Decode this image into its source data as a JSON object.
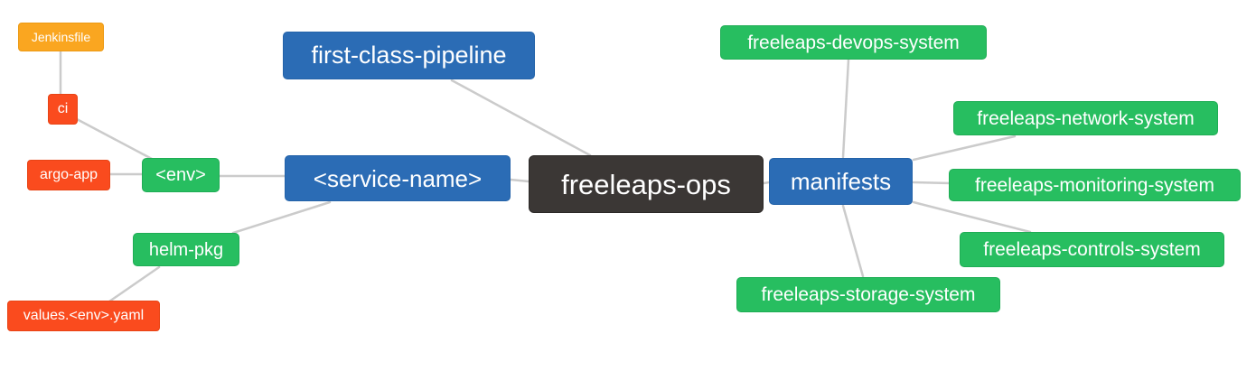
{
  "palette": {
    "background": "#FFFFFF",
    "root_dark": "#3B3735",
    "branch_blue": "#2B6CB5",
    "leaf_green": "#27BE60",
    "leaf_red_orange": "#FA4B1E",
    "leaf_amber": "#FAA620",
    "edge_gray": "#CBCBCB",
    "text": "#FFFFFF"
  },
  "mindmap": {
    "root": {
      "label": "freeleaps-ops"
    },
    "nodes": {
      "first_class_pipeline": {
        "label": "first-class-pipeline"
      },
      "service_name": {
        "label": "<service-name>"
      },
      "env": {
        "label": "<env>"
      },
      "ci": {
        "label": "ci"
      },
      "jenkinsfile": {
        "label": "Jenkinsfile"
      },
      "argo_app": {
        "label": "argo-app"
      },
      "helm_pkg": {
        "label": "helm-pkg"
      },
      "values_env_yaml": {
        "label": "values.<env>.yaml"
      },
      "manifests": {
        "label": "manifests"
      },
      "devops_system": {
        "label": "freeleaps-devops-system"
      },
      "network_system": {
        "label": "freeleaps-network-system"
      },
      "monitoring_system": {
        "label": "freeleaps-monitoring-system"
      },
      "controls_system": {
        "label": "freeleaps-controls-system"
      },
      "storage_system": {
        "label": "freeleaps-storage-system"
      }
    },
    "edges": [
      [
        "jenkinsfile",
        "ci"
      ],
      [
        "ci",
        "env"
      ],
      [
        "argo_app",
        "env"
      ],
      [
        "env",
        "service_name"
      ],
      [
        "helm_pkg",
        "service_name"
      ],
      [
        "values_env_yaml",
        "helm_pkg"
      ],
      [
        "first_class_pipeline",
        "freeleaps_ops"
      ],
      [
        "service_name",
        "freeleaps_ops"
      ],
      [
        "freeleaps_ops",
        "manifests"
      ],
      [
        "manifests",
        "devops_system"
      ],
      [
        "manifests",
        "network_system"
      ],
      [
        "manifests",
        "monitoring_system"
      ],
      [
        "manifests",
        "controls_system"
      ],
      [
        "manifests",
        "storage_system"
      ]
    ]
  }
}
